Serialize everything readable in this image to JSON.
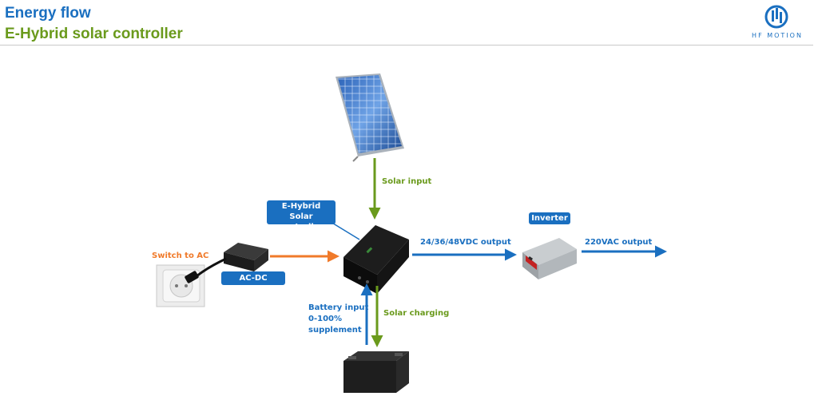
{
  "header": {
    "title": "Energy flow",
    "subtitle": "E-Hybrid solar controller",
    "logo_text": "HF MOTION"
  },
  "diagram": {
    "nodes": {
      "controller_line1": "E-Hybrid",
      "controller_line2": "Solar controller",
      "inverter": "Inverter",
      "adaptor": "AC-DC adaptor"
    },
    "edges": {
      "solar_input": "Solar input",
      "dc_output": "24/36/48VDC output",
      "ac_output": "220VAC output",
      "switch_to_ac": "Switch to AC",
      "solar_charging": "Solar charging",
      "battery_line1": "Battery input",
      "battery_line2": "0-100%",
      "battery_line3": "supplement"
    }
  },
  "colors": {
    "blue": "#1a6fc0",
    "green": "#6a9a1c",
    "orange": "#f07a2a"
  },
  "icons": [
    "solar-panel-icon",
    "controller-icon",
    "inverter-icon",
    "battery-icon",
    "wall-socket-icon",
    "adaptor-icon",
    "logo-icon"
  ]
}
